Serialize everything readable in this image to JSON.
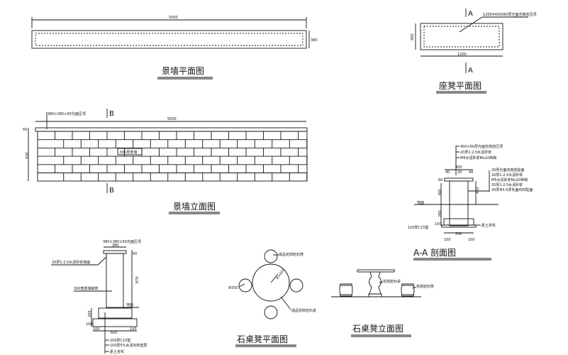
{
  "colors": {
    "ink": "#111111",
    "background": "#ffffff"
  },
  "wall_plan": {
    "title": "景墙平面图",
    "dim_length": "5000",
    "dim_width": "380"
  },
  "seat_plan": {
    "title": "座凳平面图",
    "section_mark": "A",
    "dim_length": "1200",
    "dim_width": "400",
    "label": "1200X400X60厚光面花岗岩压顶"
  },
  "wall_elevation": {
    "title": "景墙立面图",
    "section_mark": "B",
    "dim_length": "5000",
    "coping_label": "380×380×50光面压顶",
    "wall_label": "-300厚景墙",
    "dim_height": "930",
    "dim_coping": "50"
  },
  "section_aa": {
    "title": "A-A 剖面图",
    "top_labels": [
      "400×60厚光面花岗岩压顶",
      "20厚1:2.5水泥砂浆",
      "M5水泥砂浆Mu10砖砌"
    ],
    "side_labels": [
      "20厚光面花岗岩贴面",
      "20厚1:2.5水泥砂浆",
      "M5水泥砂浆Mu10砖砌",
      "20厚1:2.5水泥砂浆",
      "20厚Φ3-5厚毛面石材贴面"
    ],
    "dims": {
      "top": "400",
      "cap_left": "40",
      "cap_mid": "20",
      "cap_right": "40",
      "cap_h": "60",
      "above": "300",
      "below": "280",
      "base_h": "100",
      "base_w": "240",
      "side_left": "100",
      "side_right": "100",
      "seat_h": "450"
    },
    "ground_label": "地面",
    "base_label": "100厚C15垫",
    "soil_label": "素土夯实"
  },
  "section_bb": {
    "coping_label": "380×380×50光面压顶",
    "coping_dim": "380",
    "plaster_label": "20厚1:2.5水泥砂浆抹面",
    "wall_label": "300宽景墙砌筑",
    "ground_label": "地面",
    "dims": {
      "top": "50",
      "height": "870",
      "footing_h": "200",
      "base_h": "100",
      "footing_w": "600",
      "side_left": "100",
      "side_right": "100"
    },
    "bottom_labels": [
      "200厚C10垫",
      "100厚5%水泥石粉垫层",
      "素土夯实"
    ]
  },
  "table_plan": {
    "title": "石桌凳平面图",
    "stool_label": "成品花岗岩石凳",
    "radius_label": "R=600",
    "table_label": "成品花岗岩石桌",
    "stool_dim": "Φ350"
  },
  "table_elevation": {
    "title": "石桌凳立面图",
    "table_label": "花岗岩石桌",
    "stool_label": "花岗岩石凳"
  }
}
